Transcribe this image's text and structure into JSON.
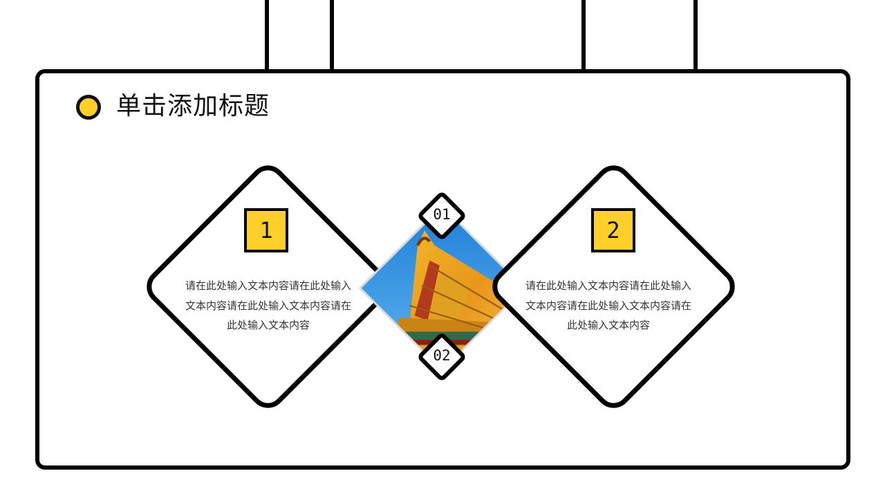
{
  "slide": {
    "title": "单击添加标题",
    "accent_color": "#FFD02A",
    "photo_subject": "Forbidden City roof"
  },
  "items": [
    {
      "number": "1",
      "text": "请在此处输入文本内容请在此处输入文本内容请在此处输入文本内容请在此处输入文本内容"
    },
    {
      "number": "2",
      "text": "请在此处输入文本内容请在此处输入文本内容请在此处输入文本内容请在此处输入文本内容"
    }
  ],
  "markers": [
    "01",
    "02"
  ]
}
